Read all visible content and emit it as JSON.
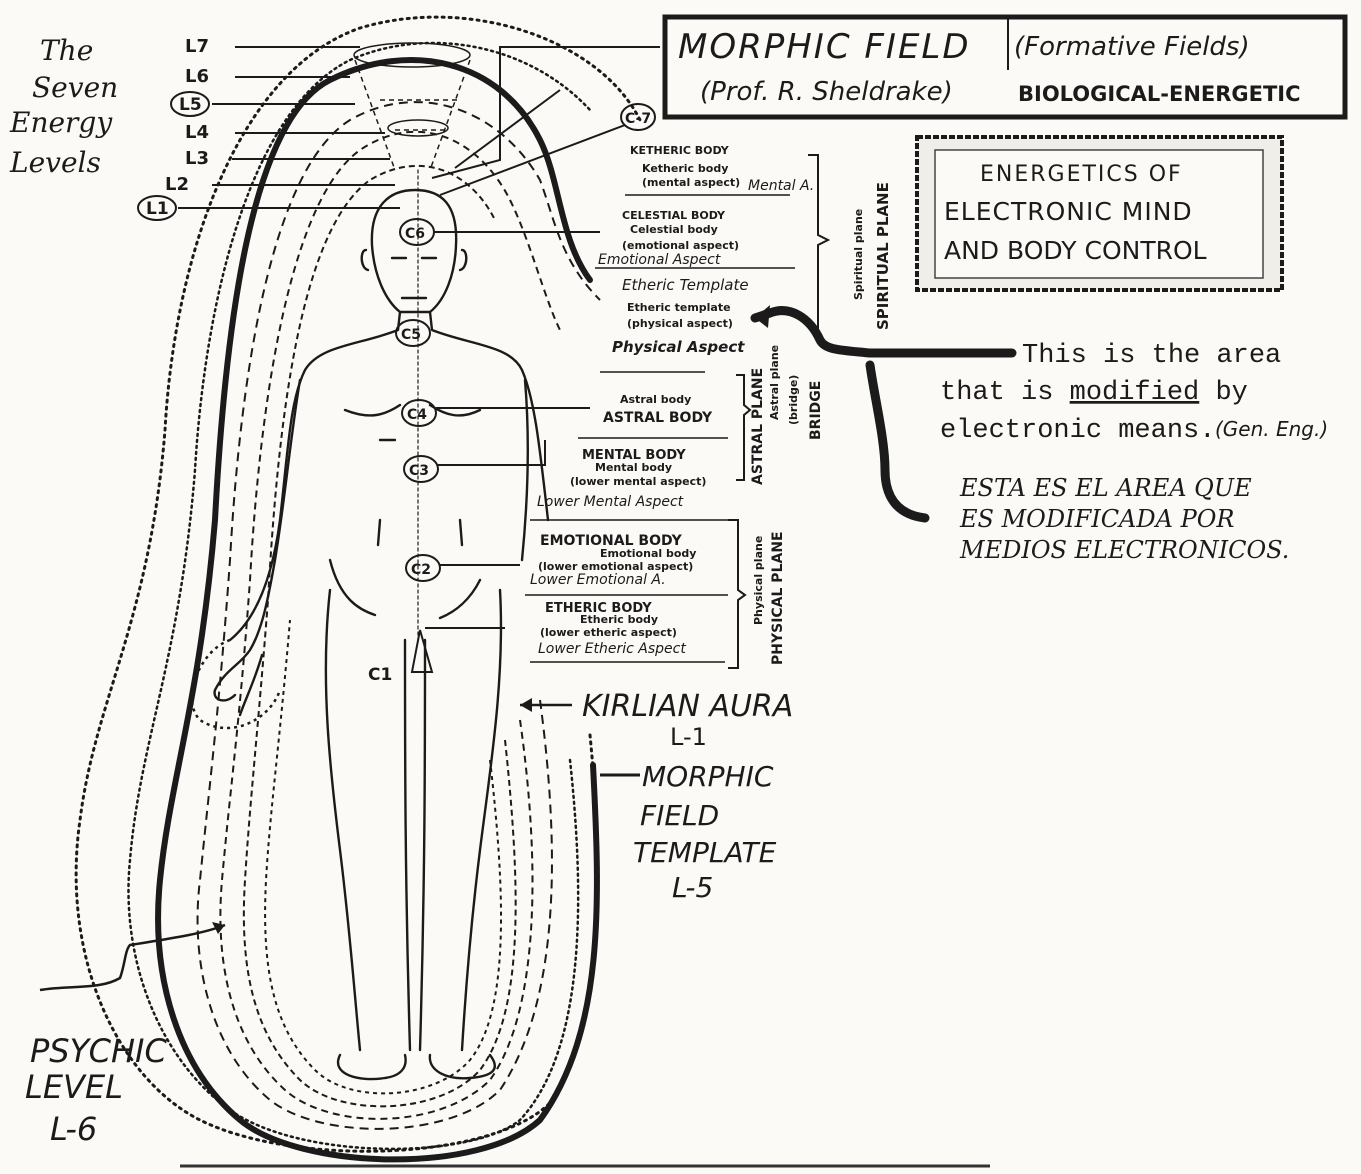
{
  "title_block": {
    "line1": "The",
    "line2": "Seven",
    "line3": "Energy",
    "line4": "Levels"
  },
  "level_labels": [
    "L7",
    "L6",
    "L5",
    "L4",
    "L3",
    "L2",
    "L1"
  ],
  "chakra_labels": {
    "c7": "C-7",
    "c6": "C6",
    "c5": "C5",
    "c4": "C4",
    "c3": "C3",
    "c2": "C2",
    "c1": "C1"
  },
  "morphic_box": {
    "title": "MORPHIC FIELD",
    "subtitle": "(Formative Fields)",
    "author": "(Prof. R. Sheldrake)",
    "type": "BIOLOGICAL-ENERGETIC"
  },
  "energetics_box": {
    "line1": "ENERGETICS OF",
    "line2": "ELECTRONIC MIND",
    "line3": "AND BODY CONTROL"
  },
  "bodies": {
    "ketheric": "KETHERIC BODY",
    "ketheric_sub1": "Ketheric body",
    "ketheric_sub2": "(mental aspect)",
    "mental_a": "Mental A.",
    "celestial": "CELESTIAL BODY",
    "celestial_sub1": "Celestial body",
    "celestial_sub2": "(emotional aspect)",
    "emotional_aspect": "Emotional Aspect",
    "etheric_template": "Etheric Template",
    "etheric_template_sub1": "Etheric template",
    "etheric_template_sub2": "(physical aspect)",
    "physical_aspect": "Physical Aspect",
    "astral_sub": "Astral body",
    "astral": "ASTRAL BODY",
    "mental": "MENTAL BODY",
    "mental_sub1": "Mental body",
    "mental_sub2": "(lower mental aspect)",
    "lower_mental": "Lower Mental Aspect",
    "emotional": "EMOTIONAL BODY",
    "emotional_sub1": "Emotional body",
    "emotional_sub2": "(lower emotional aspect)",
    "lower_emotional": "Lower Emotional A.",
    "etheric": "ETHERIC BODY",
    "etheric_sub1": "Etheric body",
    "etheric_sub2": "(lower etheric aspect)",
    "lower_etheric": "Lower Etheric Aspect"
  },
  "planes": {
    "spiritual_small": "Spiritual plane",
    "spiritual": "SPIRITUAL PLANE",
    "astral": "ASTRAL PLANE",
    "astral_small": "Astral plane",
    "bridge_small": "(bridge)",
    "bridge": "BRIDGE",
    "physical_small": "Physical plane",
    "physical": "PHYSICAL PLANE"
  },
  "annotation_en": {
    "line1": "This is the area",
    "line2_pre": "that is ",
    "line2_em": "modified",
    "line2_post": " by",
    "line3": "electronic means.",
    "line3_note": "(Gen. Eng.)"
  },
  "annotation_es": {
    "line1": "ESTA ES EL AREA QUE",
    "line2": "ES MODIFICADA POR",
    "line3": "MEDIOS ELECTRONICOS."
  },
  "kirlian": {
    "title": "KIRLIAN AURA",
    "level": "L-1"
  },
  "morphic_template": {
    "line1": "MORPHIC",
    "line2": "FIELD",
    "line3": "TEMPLATE",
    "level": "L-5"
  },
  "psychic": {
    "line1": "PSYCHIC",
    "line2": "LEVEL",
    "level": "L-6"
  }
}
